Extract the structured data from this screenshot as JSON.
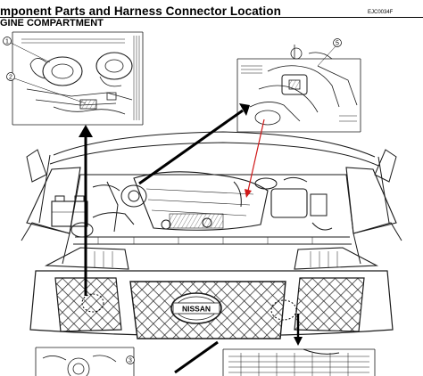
{
  "header": {
    "title": "mponent Parts and Harness Connector Location",
    "subtitle": "GINE COMPARTMENT",
    "figure_id": "EJC0034F"
  },
  "callouts": {
    "c1": "1",
    "c2": "2",
    "c3": "3",
    "c5": "5"
  },
  "grille": {
    "badge": "NISSAN"
  },
  "colors": {
    "line": "#1a1a1a",
    "pointer": "#000000",
    "highlight_arrow": "#d01818"
  }
}
